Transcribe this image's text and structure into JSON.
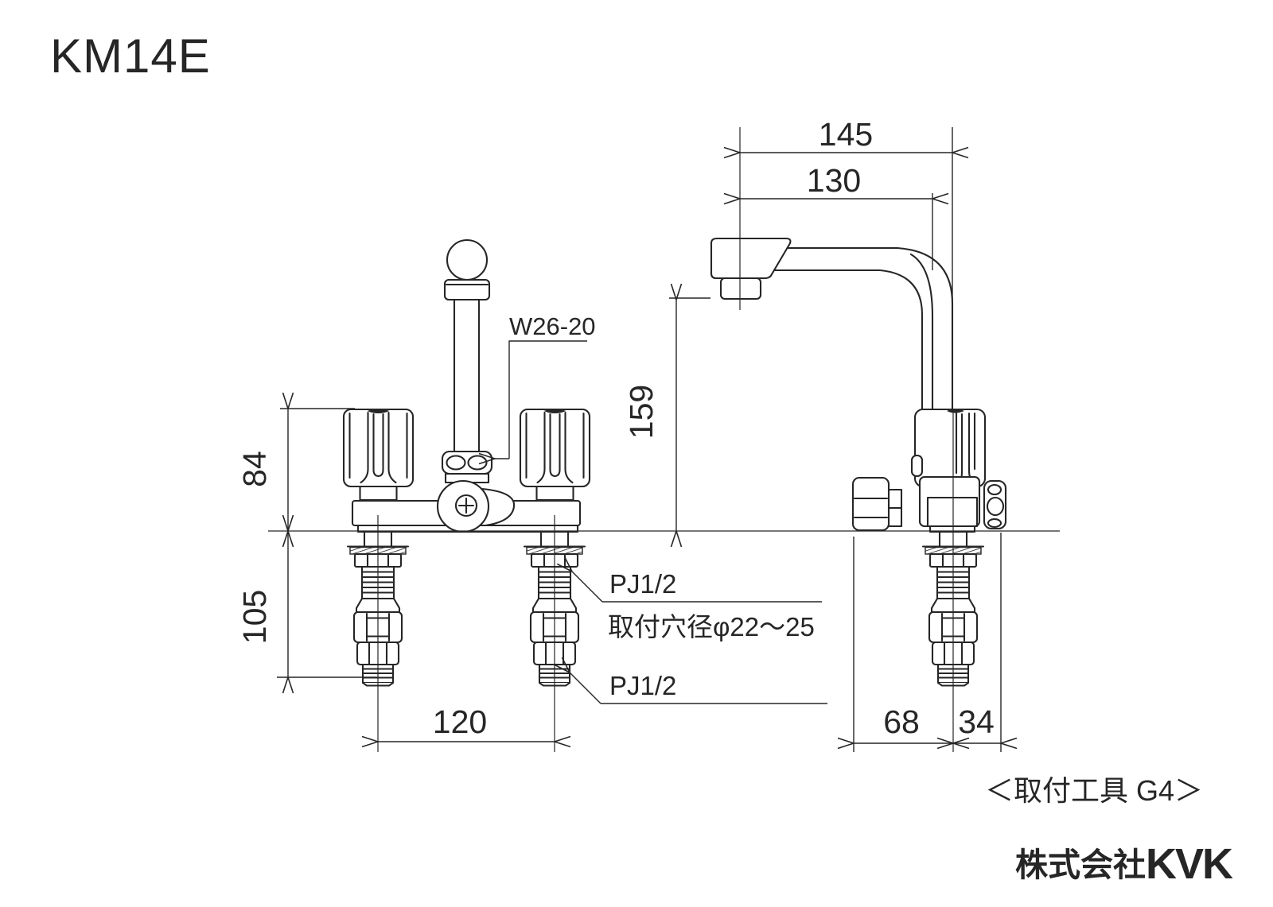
{
  "title": "KM14E",
  "drawing": {
    "dimensions": {
      "spout_total_reach": "145",
      "spout_reach": "130",
      "spout_height": "159",
      "body_height": "84",
      "under_counter_length": "105",
      "inlet_pitch": "120",
      "side_front_offset": "68",
      "side_back_offset": "34"
    },
    "labels": {
      "riser_thread": "W26-20",
      "inlet_thread_upper": "PJ1/2",
      "mount_hole": "取付穴径φ22～25",
      "inlet_thread_lower": "PJ1/2"
    }
  },
  "footer": {
    "tool_note": "＜取付工具 G4＞",
    "company_prefix": "株式会社",
    "company_logo": "KVK"
  },
  "colors": {
    "line": "#262626",
    "background": "#ffffff"
  }
}
